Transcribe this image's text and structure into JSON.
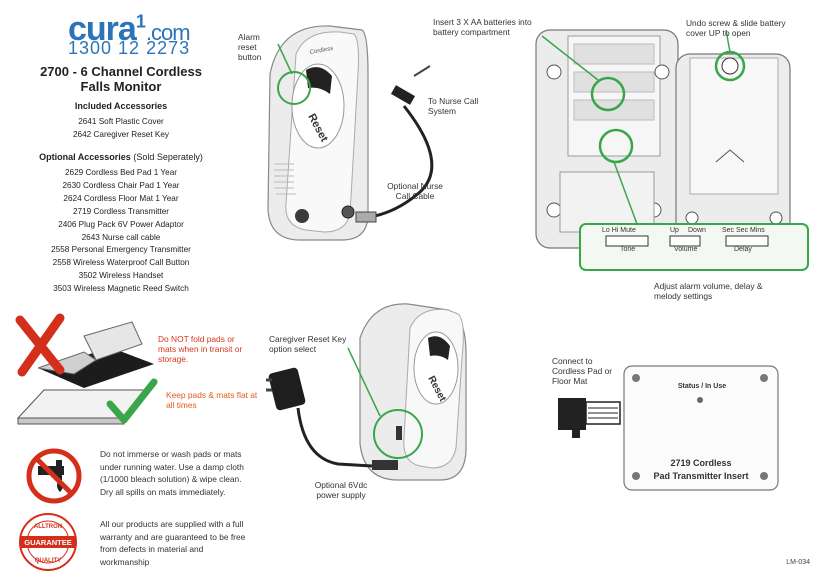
{
  "brand": {
    "logo_word": "cura",
    "logo_sup": "1",
    "logo_suffix": ".com",
    "phone": "1300 12 2273"
  },
  "title": {
    "line1": "2700 - 6 Channel Cordless",
    "line2": "Falls Monitor"
  },
  "included": {
    "heading": "Included Accessories",
    "items": [
      "2641 Soft Plastic Cover",
      "2642 Caregiver Reset Key"
    ]
  },
  "optional": {
    "heading": "Optional Accessories",
    "heading_note": "(Sold Seperately)",
    "items": [
      "2629 Cordless Bed Pad 1 Year",
      "2630 Cordless Chair Pad 1 Year",
      "2624 Cordless Floor Mat 1 Year",
      "2719 Cordless Transmitter",
      "2406 Plug Pack 6V Power Adaptor",
      "2643 Nurse call cable",
      "2558 Personal Emergency Transmitter",
      "2558 Wireless Waterproof Call Button",
      "3502 Wireless Handset",
      "3503 Wireless Magnetic Reed Switch"
    ]
  },
  "warnings": {
    "no_fold": "Do NOT fold pads or mats when in transit or storage.",
    "keep_flat": "Keep pads & mats flat at all times",
    "no_immerse": "Do not immerse or wash pads or mats under running water. Use a damp cloth (1/1000 bleach solution) & wipe clean. Dry all spills on mats immediately.",
    "warranty": "All our products are supplied with a full warranty and are guaranteed to be free from defects in material and workmanship"
  },
  "badge": {
    "top": "ALLTRON",
    "middle": "GUARANTEE",
    "bottom": "QUALITY"
  },
  "callouts": {
    "alarm_reset": "Alarm reset button",
    "nurse_call": "To Nurse Call System",
    "nurse_cable": "Optional Nurse Call Cable",
    "batteries": "Insert 3 X AA batteries into battery compartment",
    "undo_screw": "Undo screw & slide battery cover UP to open",
    "adjust": "Adjust alarm volume, delay & melody settings",
    "caregiver": "Caregiver Reset Key option select",
    "power": "Optional 6Vdc power supply",
    "connect": "Connect to Cordless Pad or Floor Mat"
  },
  "device": {
    "reset_label": "Reset",
    "brand_mark": "Cordless"
  },
  "switch_panel": {
    "left_top": "Lo  Hi  Mute",
    "left_bottom": "Tone",
    "mid_top_a": "Up",
    "mid_top_b": "Down",
    "mid_bottom": "Volume",
    "right_top": "Sec Sec Mins",
    "right_bottom": "Delay"
  },
  "transmitter": {
    "status": "Status / In Use",
    "line1": "2719 Cordless",
    "line2": "Pad Transmitter Insert"
  },
  "doc_code": "LM-034",
  "colors": {
    "brand_blue": "#2c74b8",
    "green": "#3aa64a",
    "warning_red": "#d4381c",
    "warning_orange": "#e35b18"
  }
}
